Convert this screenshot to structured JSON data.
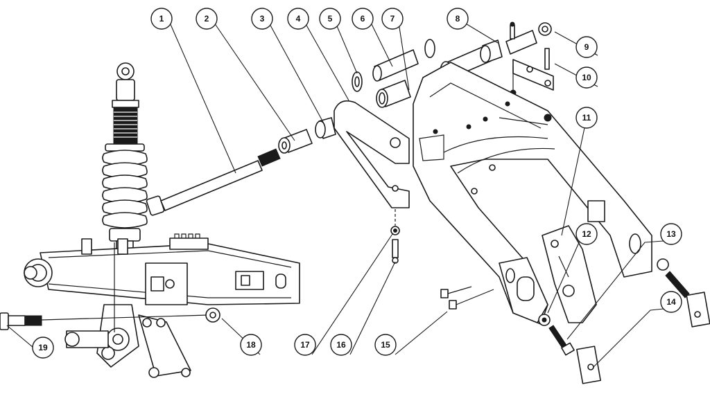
{
  "diagram": {
    "type": "exploded-parts-view",
    "callouts": [
      {
        "label": "1"
      },
      {
        "label": "2"
      },
      {
        "label": "3"
      },
      {
        "label": "4"
      },
      {
        "label": "5"
      },
      {
        "label": "6"
      },
      {
        "label": "7"
      },
      {
        "label": "8"
      },
      {
        "label": "9"
      },
      {
        "label": "10"
      },
      {
        "label": "11"
      },
      {
        "label": "12"
      },
      {
        "label": "13"
      },
      {
        "label": "14"
      },
      {
        "label": "15"
      },
      {
        "label": "16"
      },
      {
        "label": "17"
      },
      {
        "label": "18"
      },
      {
        "label": "19"
      }
    ]
  }
}
